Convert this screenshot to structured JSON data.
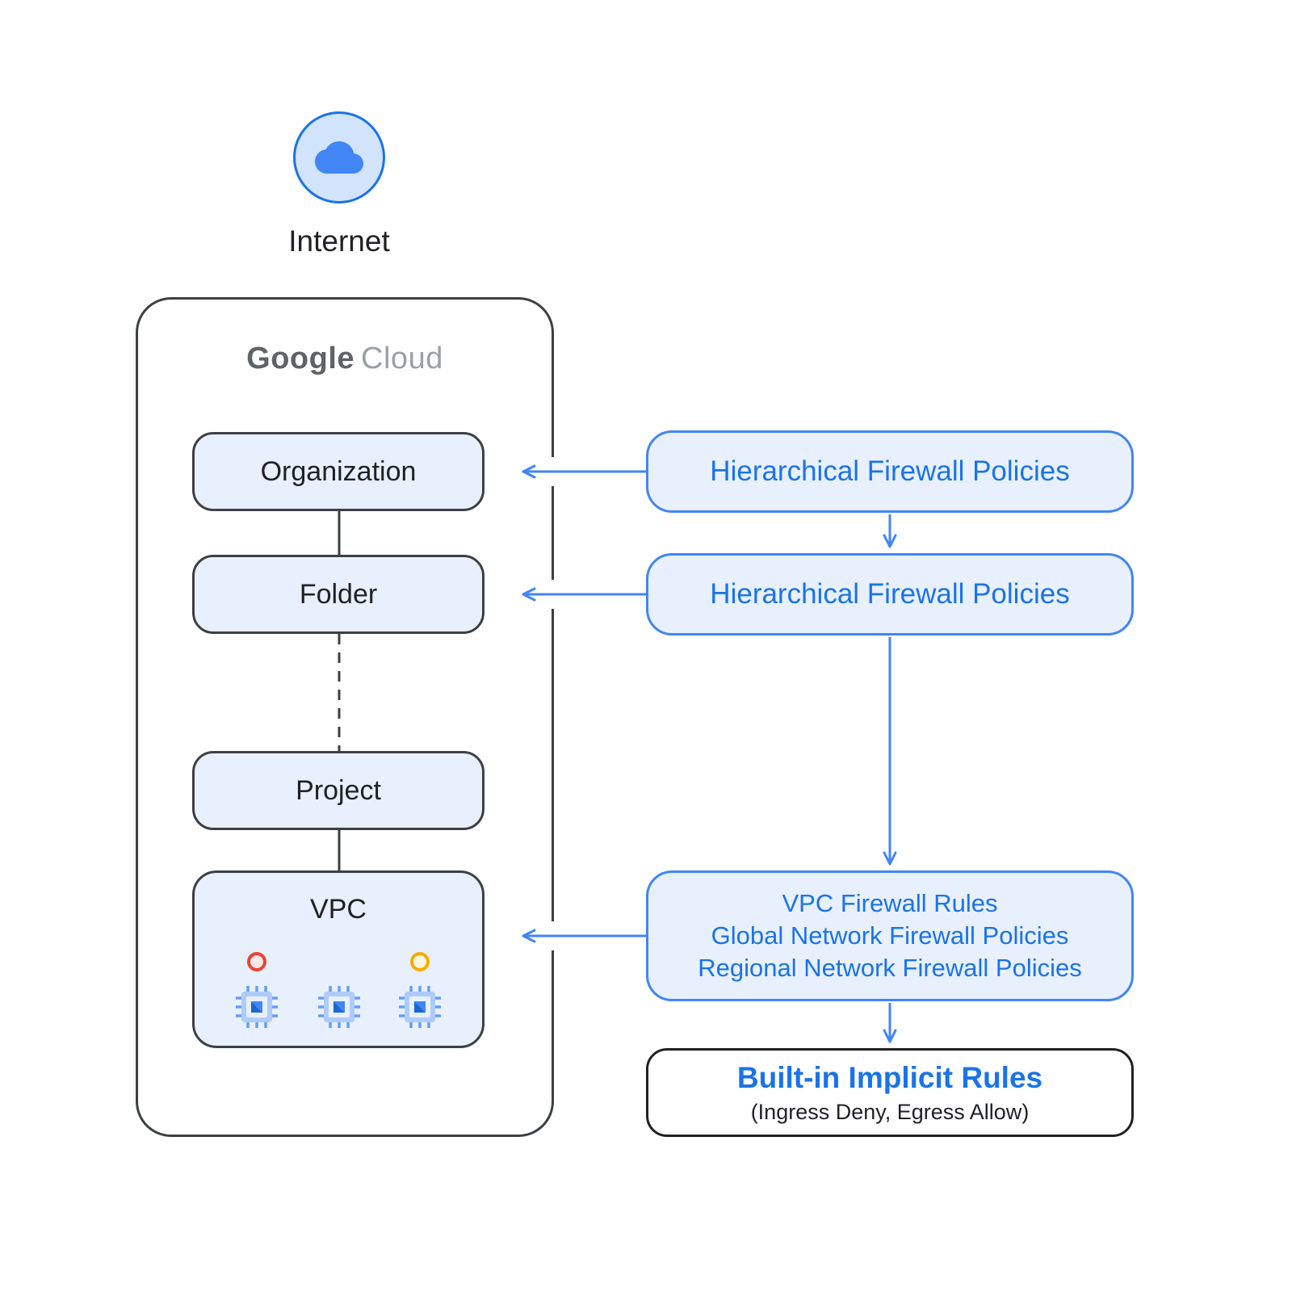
{
  "internet": {
    "label": "Internet"
  },
  "google_cloud": {
    "word1": "Google",
    "word2": "Cloud"
  },
  "nodes": {
    "organization": {
      "label": "Organization"
    },
    "folder": {
      "label": "Folder"
    },
    "project": {
      "label": "Project"
    },
    "vpc": {
      "label": "VPC"
    }
  },
  "policies": {
    "hierarchical_1": {
      "label": "Hierarchical Firewall Policies"
    },
    "hierarchical_2": {
      "label": "Hierarchical Firewall Policies"
    },
    "vpc_rules": {
      "lines": [
        "VPC Firewall Rules",
        "Global Network Firewall Policies",
        "Regional Network Firewall Policies"
      ]
    },
    "builtin": {
      "title": "Built-in Implicit Rules",
      "subtitle": "(Ingress Deny, Egress Allow)"
    }
  },
  "colors": {
    "accent_blue": "#4285f4",
    "text_blue": "#1a73e8",
    "light_blue_fill": "#e8f0fe",
    "dark_border": "#3c4043",
    "red_status": "#ea4335",
    "yellow_status": "#f9ab00"
  }
}
